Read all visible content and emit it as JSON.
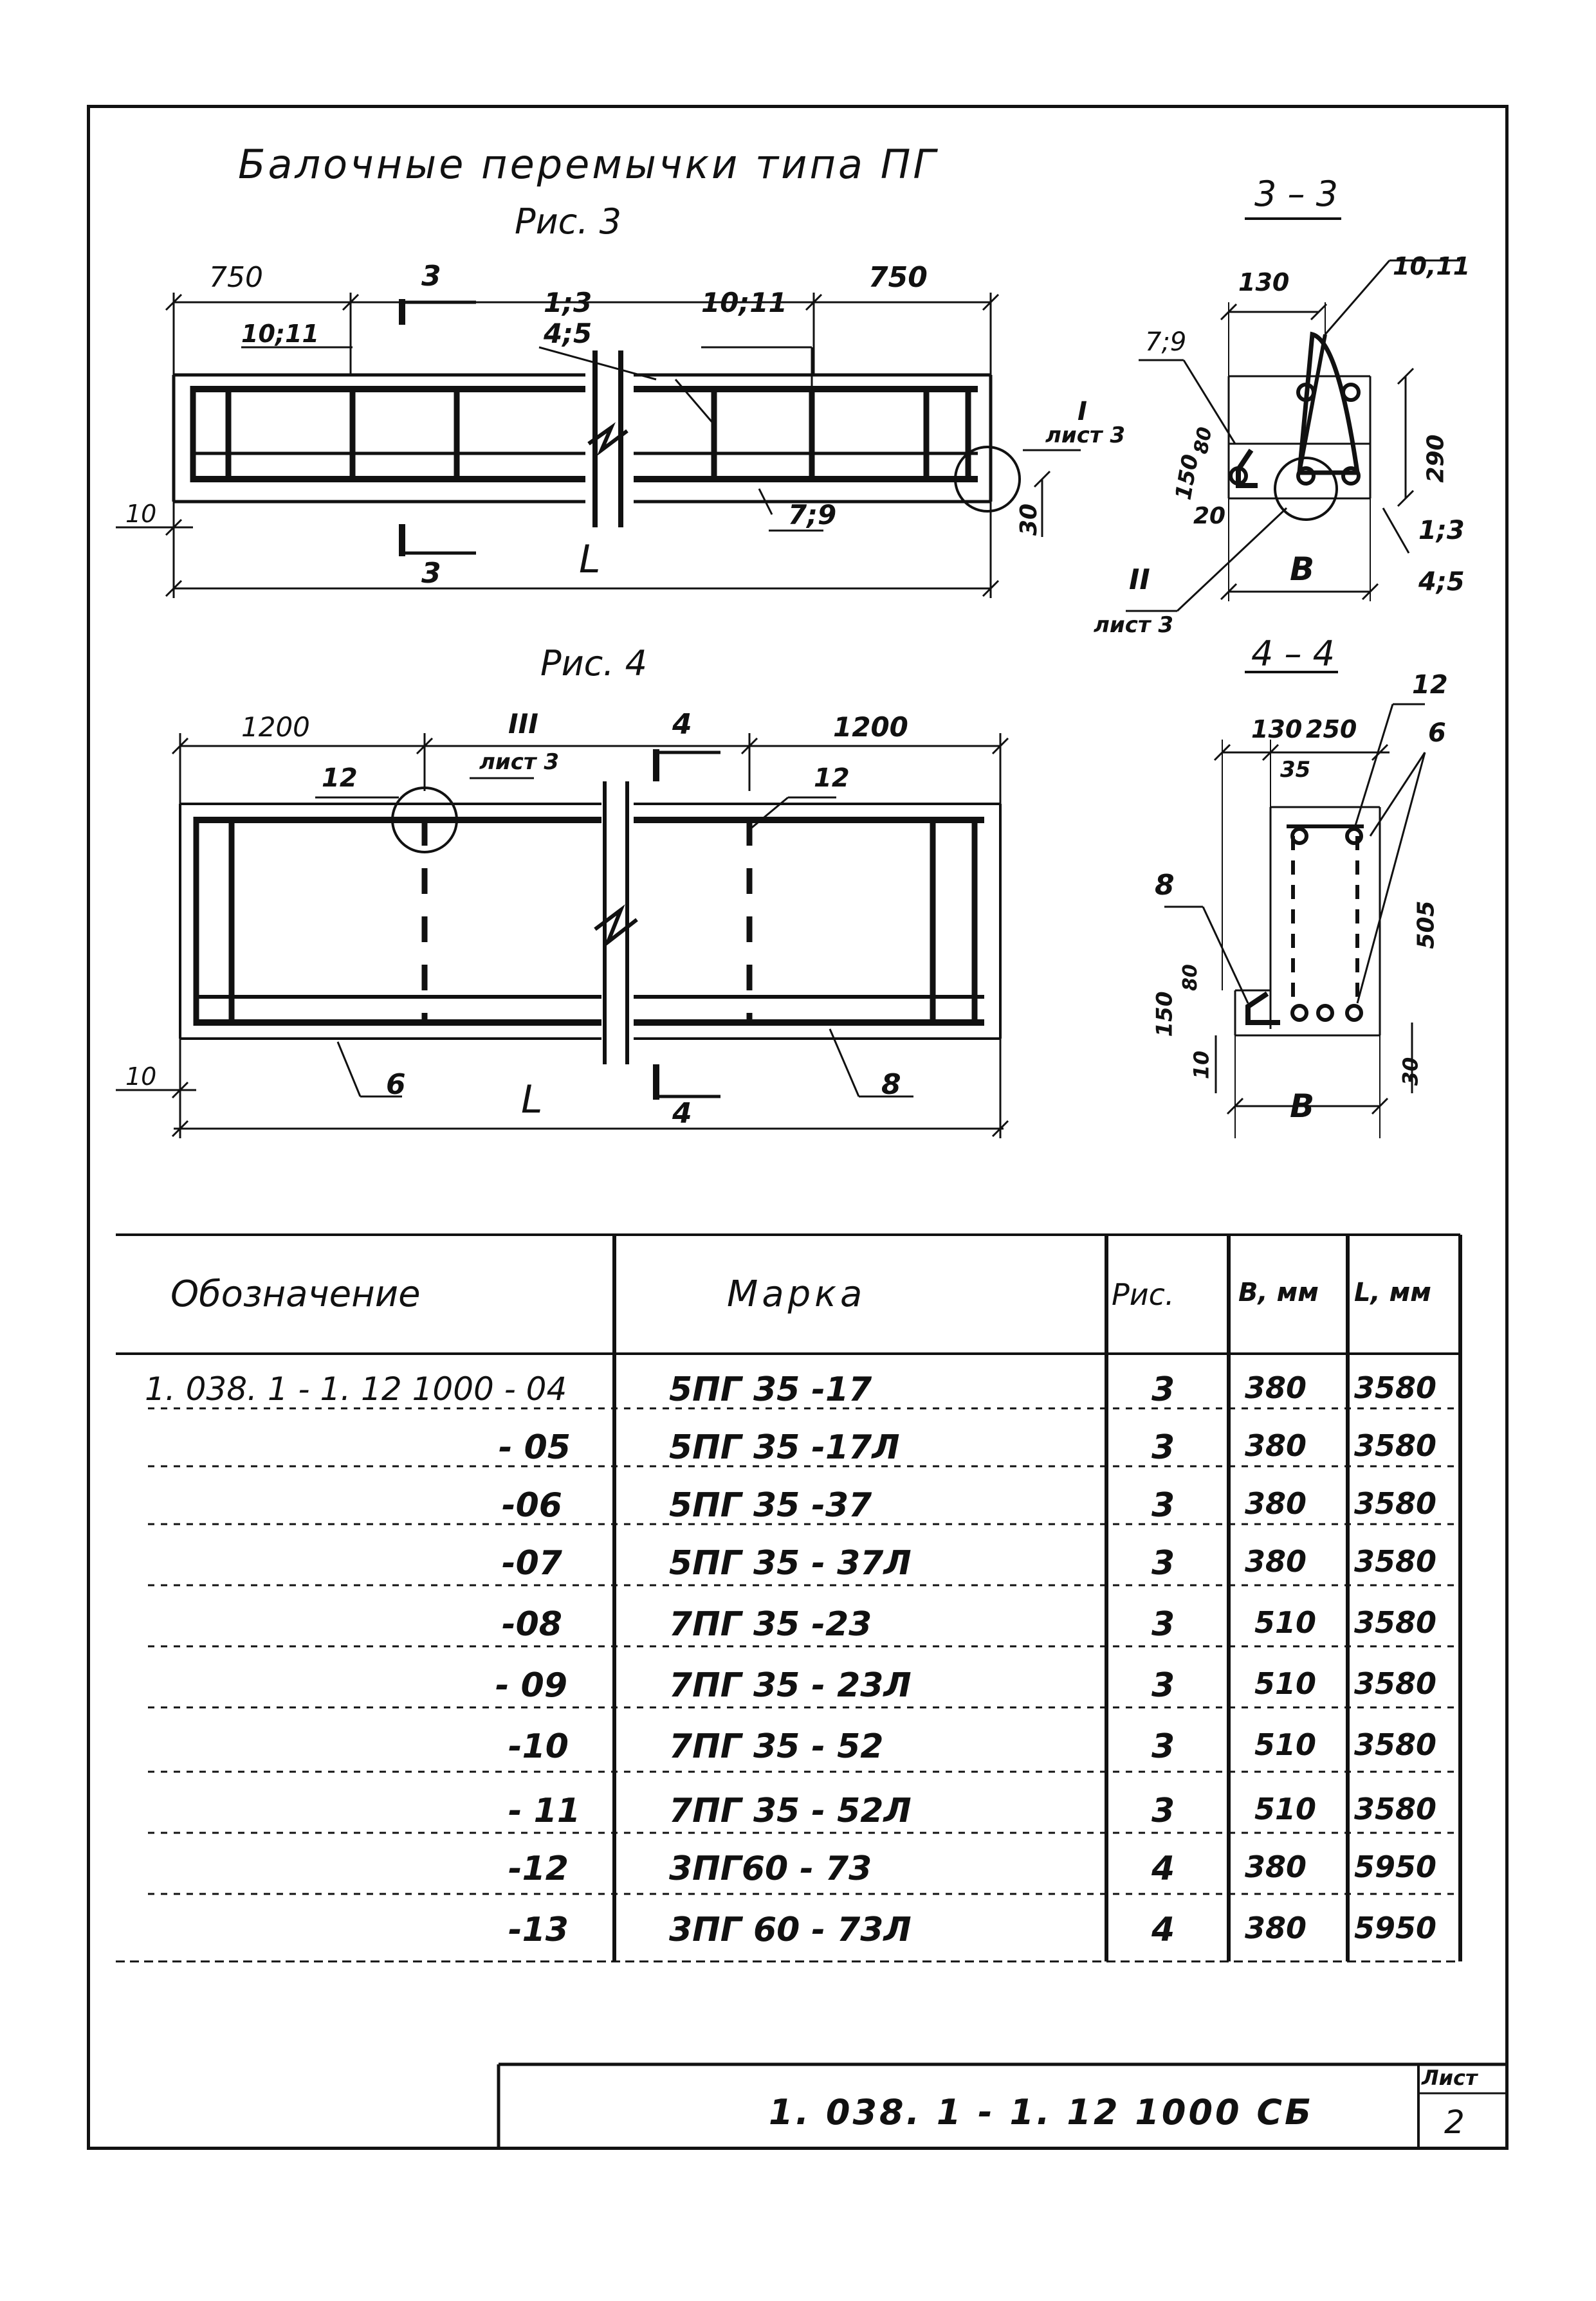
{
  "title": "Балочные перемычки типа ПГ",
  "fig3": {
    "label": "Рис. 3",
    "dims": {
      "left_end": "750",
      "right_end": "750",
      "left_offset": "10",
      "bottom_offset": "30",
      "length": "L"
    },
    "callouts": {
      "left_bars": "10;11",
      "mid_top_1": "1;3",
      "mid_top_2": "4;5",
      "right_bars": "10;11",
      "bottom_bars": "7;9"
    },
    "section_mark_top": "3",
    "section_mark_bottom": "3",
    "detail_I": {
      "num": "I",
      "sheet": "лист 3"
    }
  },
  "sec33": {
    "label": "3 – 3",
    "dims": {
      "top_width": "130",
      "height": "290",
      "ledge": "150",
      "ledge2": "80",
      "gap": "20",
      "width": "B"
    },
    "callouts": {
      "top": "10,11",
      "left": "7;9",
      "right_1": "1;3",
      "right_2": "4;5"
    },
    "detail_II": {
      "num": "II",
      "sheet": "лист 3"
    }
  },
  "fig4": {
    "label": "Рис. 4",
    "dims": {
      "left_end": "1200",
      "right_end": "1200",
      "left_offset": "10",
      "length": "L"
    },
    "callouts": {
      "left_top": "12",
      "right_top": "12",
      "bottom_left": "6",
      "bottom_right": "8"
    },
    "section_mark_top": "4",
    "section_mark_bottom": "4",
    "detail_III": {
      "num": "III",
      "sheet": "лист 3"
    }
  },
  "sec44": {
    "label": "4 – 4",
    "dims": {
      "dim_130": "130",
      "dim_250": "250",
      "dim_35": "35",
      "height": "505",
      "ledge": "150",
      "ledge2": "80",
      "bottom": "10",
      "bottom_right": "30",
      "width": "B"
    },
    "callouts": {
      "top_1": "12",
      "top_2": "6",
      "left": "8"
    }
  },
  "table": {
    "headers": [
      "Обозначение",
      "Марка",
      "Рис.",
      "B, мм",
      "L, мм"
    ],
    "rows": [
      {
        "designation": "1. 038. 1 - 1. 12  1000 - 04",
        "mark": "5ПГ 35 -17",
        "fig": "3",
        "b": "380",
        "l": "3580"
      },
      {
        "designation": "- 05",
        "mark": "5ПГ 35 -17Л",
        "fig": "3",
        "b": "380",
        "l": "3580"
      },
      {
        "designation": "-06",
        "mark": "5ПГ 35 -37",
        "fig": "3",
        "b": "380",
        "l": "3580"
      },
      {
        "designation": "-07",
        "mark": "5ПГ 35 - 37Л",
        "fig": "3",
        "b": "380",
        "l": "3580"
      },
      {
        "designation": "-08",
        "mark": "7ПГ 35 -23",
        "fig": "3",
        "b": "510",
        "l": "3580"
      },
      {
        "designation": "- 09",
        "mark": "7ПГ 35 - 23Л",
        "fig": "3",
        "b": "510",
        "l": "3580"
      },
      {
        "designation": "-10",
        "mark": "7ПГ 35 - 52",
        "fig": "3",
        "b": "510",
        "l": "3580"
      },
      {
        "designation": "- 11",
        "mark": "7ПГ 35 - 52Л",
        "fig": "3",
        "b": "510",
        "l": "3580"
      },
      {
        "designation": "-12",
        "mark": "3ПГ60 - 73",
        "fig": "4",
        "b": "380",
        "l": "5950"
      },
      {
        "designation": "-13",
        "mark": "3ПГ 60 - 73Л",
        "fig": "4",
        "b": "380",
        "l": "5950"
      }
    ]
  },
  "stamp": {
    "code": "1. 038. 1 - 1. 12  1000 СБ",
    "sheet_label": "Лист",
    "sheet_num": "2"
  }
}
